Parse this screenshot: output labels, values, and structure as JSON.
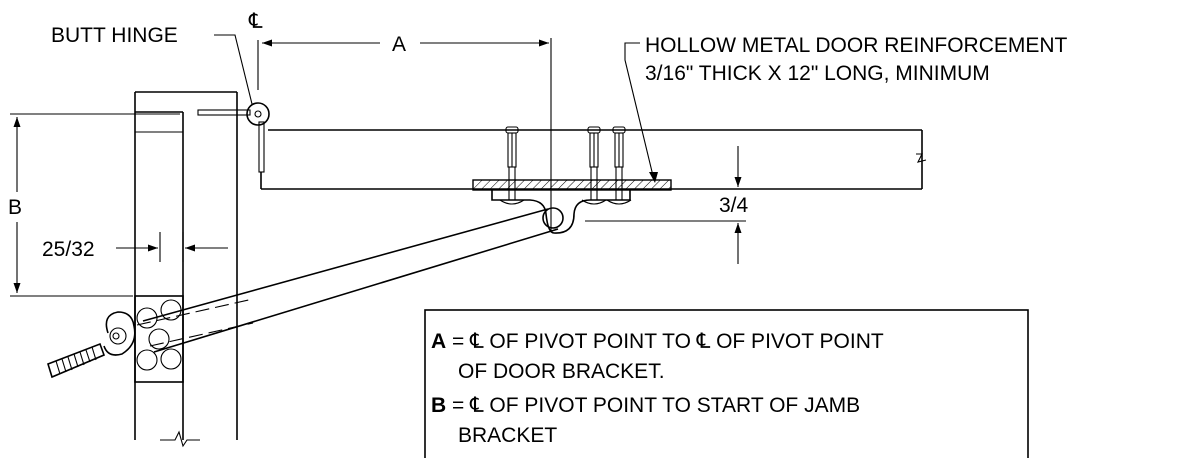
{
  "labels": {
    "butt_hinge": "BUTT HINGE",
    "centerline_symbol": "℄",
    "dim_a": "A",
    "dim_b": "B",
    "reinforcement_line1": "HOLLOW METAL DOOR REINFORCEMENT",
    "reinforcement_line2": "3/16\" THICK X 12\" LONG, MINIMUM",
    "dim_25_32": "25/32",
    "dim_3_4": "3/4"
  },
  "notes": {
    "a_key": "A",
    "a_line1": " = ℄ OF PIVOT POINT TO ℄ OF PIVOT POINT",
    "a_line2": "OF DOOR BRACKET.",
    "b_key": "B",
    "b_line1": " = ℄ OF PIVOT POINT TO START OF JAMB",
    "b_line2": "BRACKET"
  }
}
